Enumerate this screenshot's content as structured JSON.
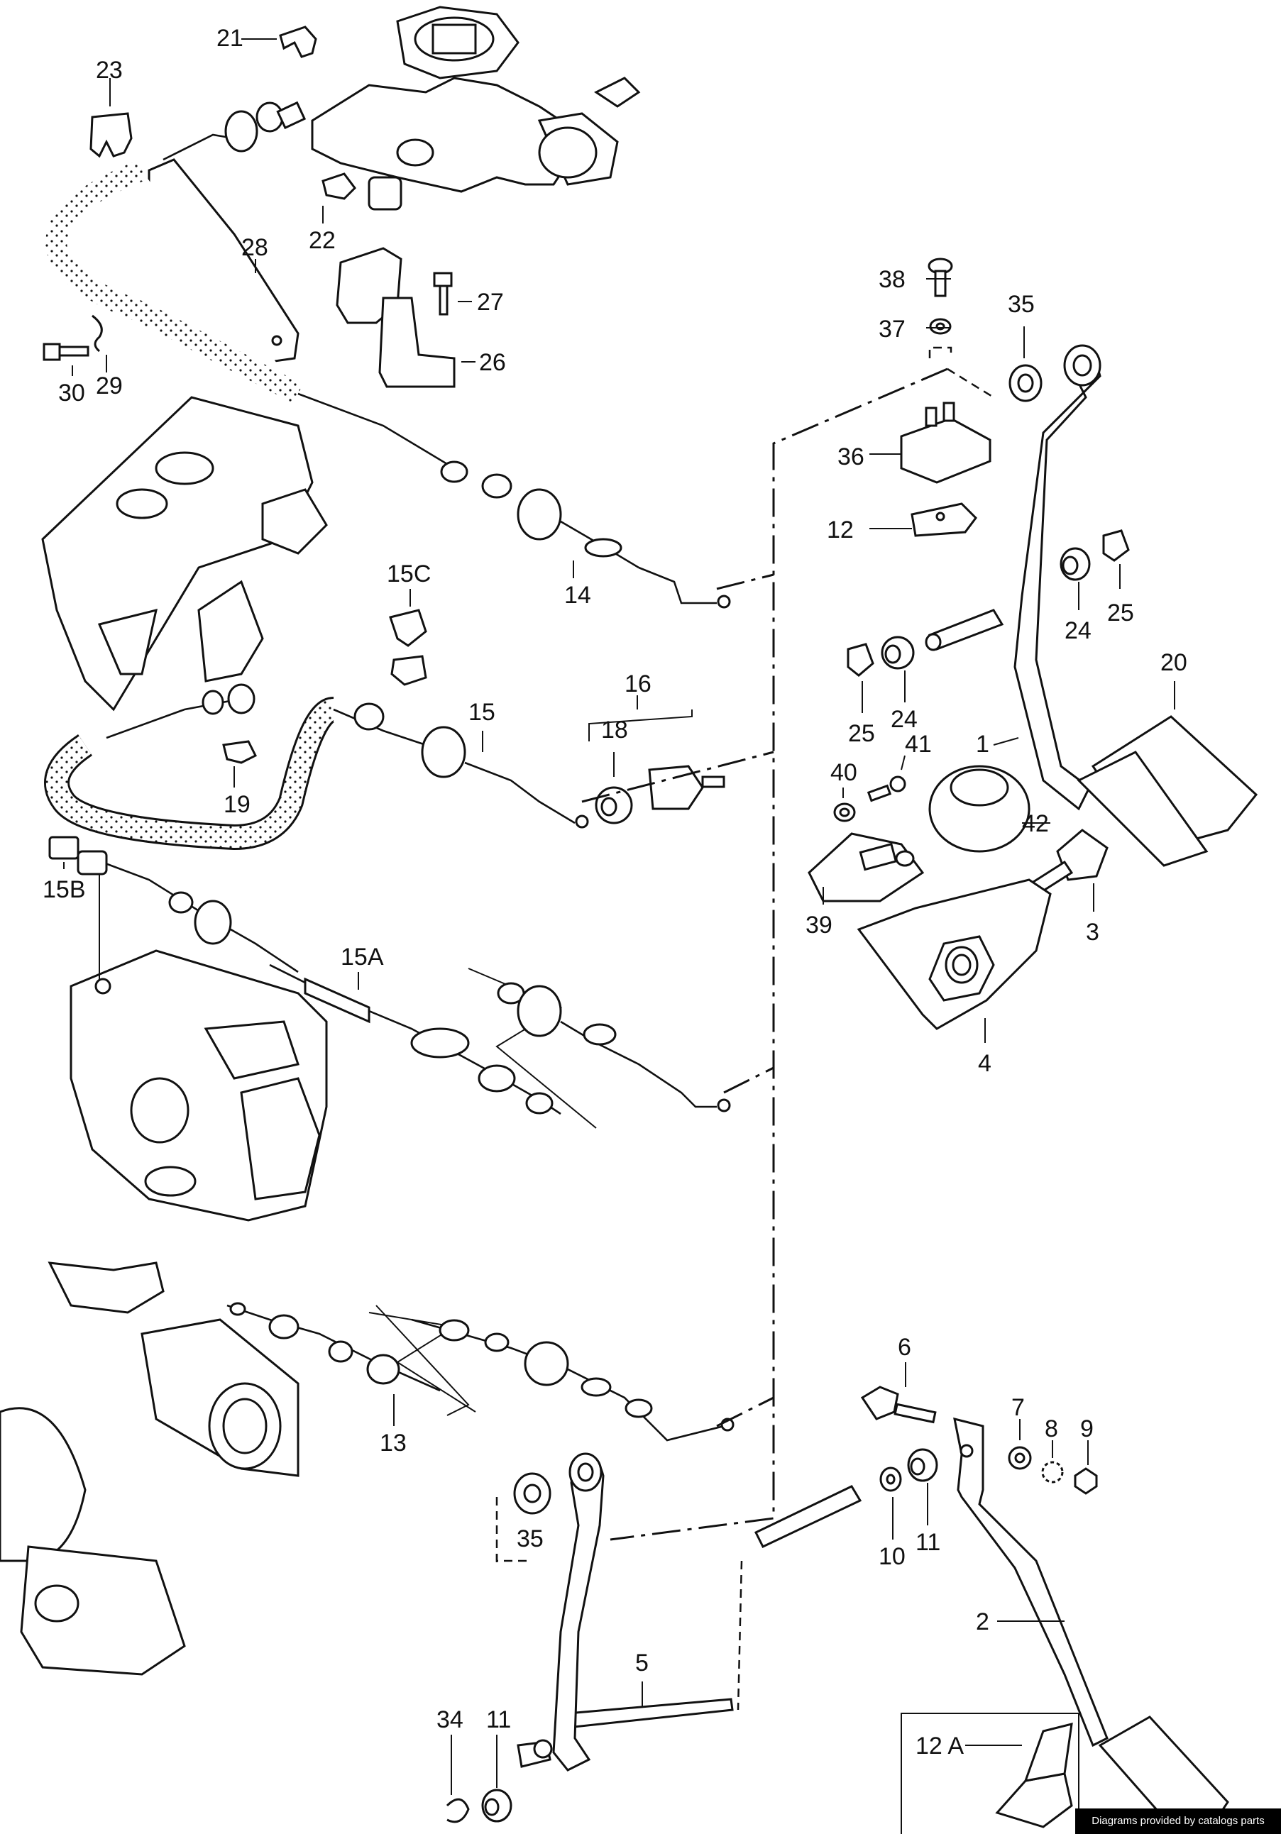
{
  "labels": {
    "p21": "21",
    "p23": "23",
    "p22": "22",
    "p28": "28",
    "p27": "27",
    "p26": "26",
    "p30": "30",
    "p29": "29",
    "p38": "38",
    "p37": "37",
    "p35a": "35",
    "p36": "36",
    "p12": "12",
    "p14": "14",
    "p15C": "15C",
    "p24a": "24",
    "p25a": "25",
    "p20": "20",
    "p16": "16",
    "p15": "15",
    "p18": "18",
    "p24b": "24",
    "p25b": "25",
    "p41": "41",
    "p40": "40",
    "p1": "1",
    "p42": "42",
    "p19": "19",
    "p15B": "15B",
    "p15A": "15A",
    "p39": "39",
    "p3": "3",
    "p4": "4",
    "p13": "13",
    "p6": "6",
    "p7": "7",
    "p8": "8",
    "p9": "9",
    "p35b": "35",
    "p10": "10",
    "p11a": "11",
    "p2": "2",
    "p5": "5",
    "p34": "34",
    "p11b": "11",
    "p12A": "12 A"
  },
  "credit": "Diagrams provided by catalogs parts"
}
